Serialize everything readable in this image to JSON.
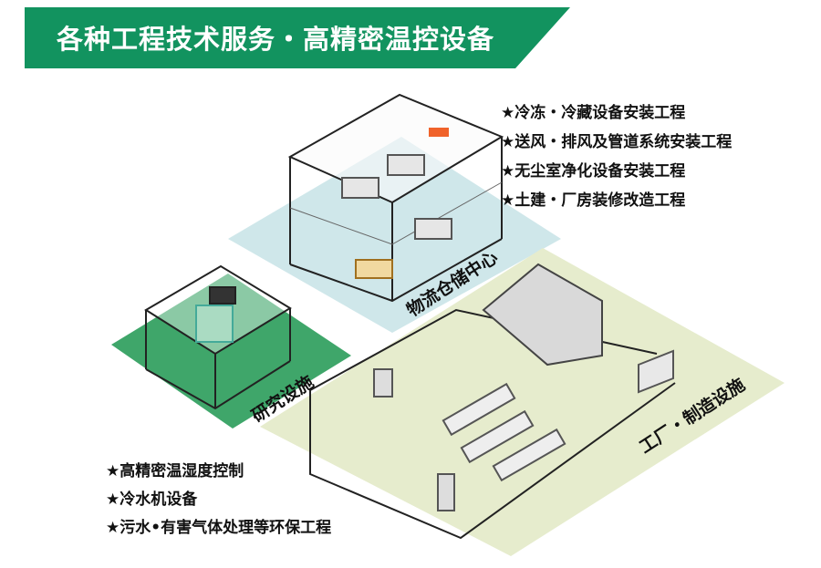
{
  "header": {
    "title": "各种工程技术服务・高精密温控设备",
    "color": "#12935f"
  },
  "services_top": [
    "★冷冻・冷藏设备安装工程",
    "★送风・排风及管道系统安装工程",
    "★无尘室净化设备安装工程",
    "★土建・厂房装修改造工程"
  ],
  "services_bottom": [
    "★高精密温湿度控制",
    "★冷水机设备",
    "★污水•有害气体处理等环保工程"
  ],
  "zones": {
    "logistics": "物流仓储中心",
    "research": "研究设施",
    "factory": "工厂・制造设施"
  },
  "colors": {
    "logistics_floor": "#cfe7ea",
    "research_floor": "#3fa66a",
    "factory_floor": "#e6eccd"
  }
}
